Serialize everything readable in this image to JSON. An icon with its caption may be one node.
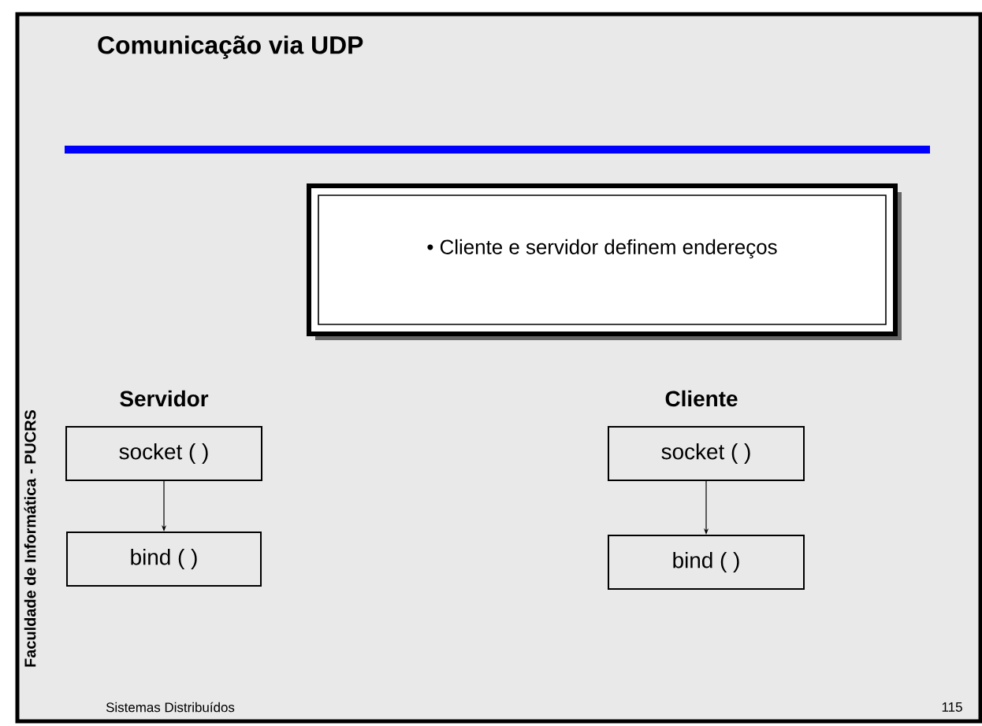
{
  "diagram": {
    "title": "Comunicação via UDP",
    "nodes": [
      {
        "text": [
          "• Cliente e servidor definem endereços"
        ]
      },
      {
        "text": [
          "socket ( )"
        ]
      },
      {
        "text": [
          "bind ( )"
        ]
      },
      {
        "text": [
          "socket ( )"
        ]
      },
      {
        "text": [
          "bind ( )"
        ]
      }
    ],
    "edges": [
      {
        "from": 1,
        "to": 2,
        "arrow": "to"
      },
      {
        "from": 3,
        "to": 4,
        "arrow": "to"
      }
    ],
    "labels": [
      "Servidor",
      "Cliente",
      "Faculdade de Informática - PUCRS",
      "Sistemas Distribuídos",
      "115"
    ]
  }
}
